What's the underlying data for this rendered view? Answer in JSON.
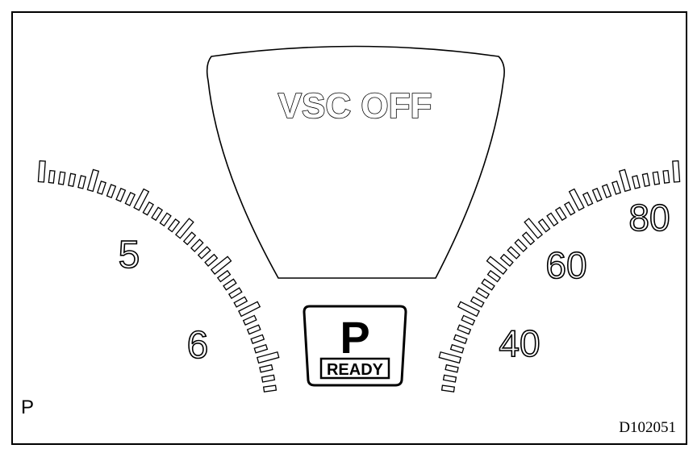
{
  "indicator": {
    "vsc_label": "VSC OFF"
  },
  "shift": {
    "gear": "P",
    "ready_label": "READY"
  },
  "left_gauge": {
    "labels": [
      "5",
      "6"
    ]
  },
  "right_gauge": {
    "labels": [
      "40",
      "60",
      "80"
    ]
  },
  "corner_label": "P",
  "figure_id": "D102051",
  "colors": {
    "ink": "#000000",
    "paper": "#ffffff"
  }
}
